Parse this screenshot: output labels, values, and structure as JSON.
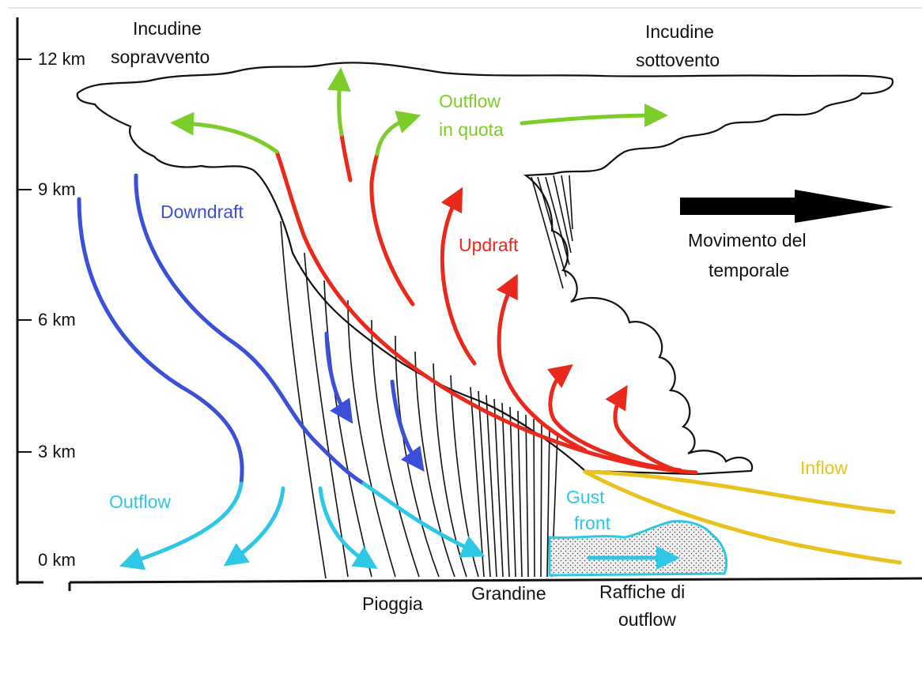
{
  "axis": {
    "ticks": [
      "12 km",
      "9 km",
      "6 km",
      "3 km",
      "0 km"
    ]
  },
  "labels": {
    "anvil_upwind_line1": "Incudine",
    "anvil_upwind_line2": "sopravvento",
    "anvil_downwind_line1": "Incudine",
    "anvil_downwind_line2": "sottovento",
    "outflow_aloft_line1": "Outflow",
    "outflow_aloft_line2": "in quota",
    "downdraft": "Downdraft",
    "updraft": "Updraft",
    "storm_motion_line1": "Movimento del",
    "storm_motion_line2": "temporale",
    "outflow": "Outflow",
    "gust_front_line1": "Gust",
    "gust_front_line2": "front",
    "inflow": "Inflow",
    "rain": "Pioggia",
    "hail": "Grandine",
    "outflow_gusts_line1": "Raffiche di",
    "outflow_gusts_line2": "outflow"
  },
  "colors": {
    "updraft": "#e8291c",
    "downdraft": "#3b4fd8",
    "outflow": "#2ec8e6",
    "outflow_aloft": "#7ccc2a",
    "inflow": "#e8c21f",
    "motion_arrow": "#000000",
    "outline": "#111111"
  }
}
